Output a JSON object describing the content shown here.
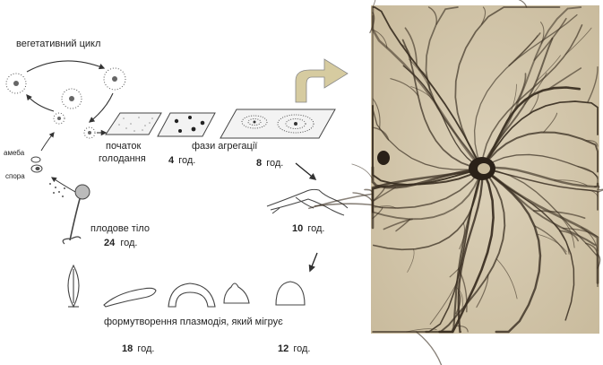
{
  "diagram": {
    "vegetative_cycle": "вегетативний цикл",
    "amoeba": "амеба",
    "spore": "спора",
    "starvation_line1": "початок",
    "starvation_line2": "голодання",
    "aggregation": "фази агрегації",
    "hours_unit": "год.",
    "t4": "4",
    "t8": "8",
    "t10": "10",
    "t12": "12",
    "t18": "18",
    "t24": "24",
    "fruiting_body": "плодове тіло",
    "plasmodium": "формутворення плазмодія, який мігрує"
  },
  "colors": {
    "photo_bg": "#d8ccb3",
    "photo_stream": "#3a2f22",
    "arrow_fill": "#d6cba0",
    "ink": "#333333"
  }
}
